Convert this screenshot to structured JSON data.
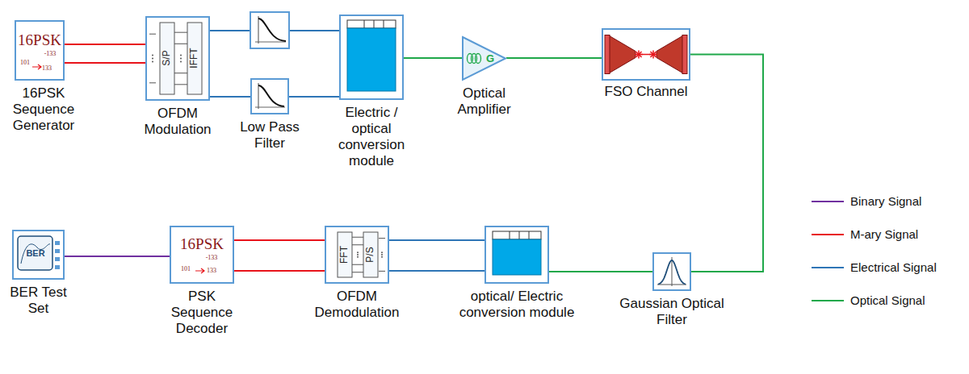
{
  "diagram": {
    "nodes": [
      {
        "text": [
          "16PSK",
          "-133",
          "101",
          "133",
          "16PSK Sequence Generator"
        ]
      },
      {
        "text": [
          "S/P",
          "IFFT",
          "OFDM Modulation"
        ]
      },
      {
        "text": [
          "Low Pass Filter"
        ]
      },
      {
        "text": [
          "Electric / optical conversion module"
        ]
      },
      {
        "text": [
          "G",
          "Optical Amplifier"
        ]
      },
      {
        "text": [
          "FSO Channel"
        ]
      },
      {
        "text": [
          "Gaussian Optical Filter"
        ]
      },
      {
        "text": [
          "optical/ Electric conversion module"
        ]
      },
      {
        "text": [
          "P/S",
          "FFT",
          "OFDM Demodulation"
        ]
      },
      {
        "text": [
          "16PSK",
          "-133",
          "133",
          "101",
          "PSK Sequence Decoder"
        ]
      },
      {
        "text": [
          "BER",
          "BER Test Set"
        ]
      }
    ],
    "edges": [
      {
        "from": 0,
        "to": 1,
        "arrow": "none"
      },
      {
        "from": 0,
        "to": 1,
        "arrow": "none"
      },
      {
        "from": 1,
        "to": 2,
        "arrow": "none"
      },
      {
        "from": 2,
        "to": 3,
        "arrow": "none"
      },
      {
        "from": 3,
        "to": 4,
        "arrow": "none"
      },
      {
        "from": 4,
        "to": 5,
        "arrow": "none"
      },
      {
        "from": 5,
        "to": 6,
        "arrow": "none"
      },
      {
        "from": 6,
        "to": 7,
        "arrow": "none"
      },
      {
        "from": 7,
        "to": 8,
        "arrow": "none"
      },
      {
        "from": 7,
        "to": 8,
        "arrow": "none"
      },
      {
        "from": 8,
        "to": 9,
        "arrow": "none"
      },
      {
        "from": 8,
        "to": 9,
        "arrow": "none"
      },
      {
        "from": 9,
        "to": 10,
        "arrow": "none"
      }
    ],
    "legend": [
      {
        "text": "Binary Signal",
        "color": "#7030a0"
      },
      {
        "text": "M-ary Signal",
        "color": "#e8141b"
      },
      {
        "text": "Electrical Signal",
        "color": "#2e75b6"
      },
      {
        "text": "Optical Signal",
        "color": "#1fa84a"
      }
    ]
  }
}
